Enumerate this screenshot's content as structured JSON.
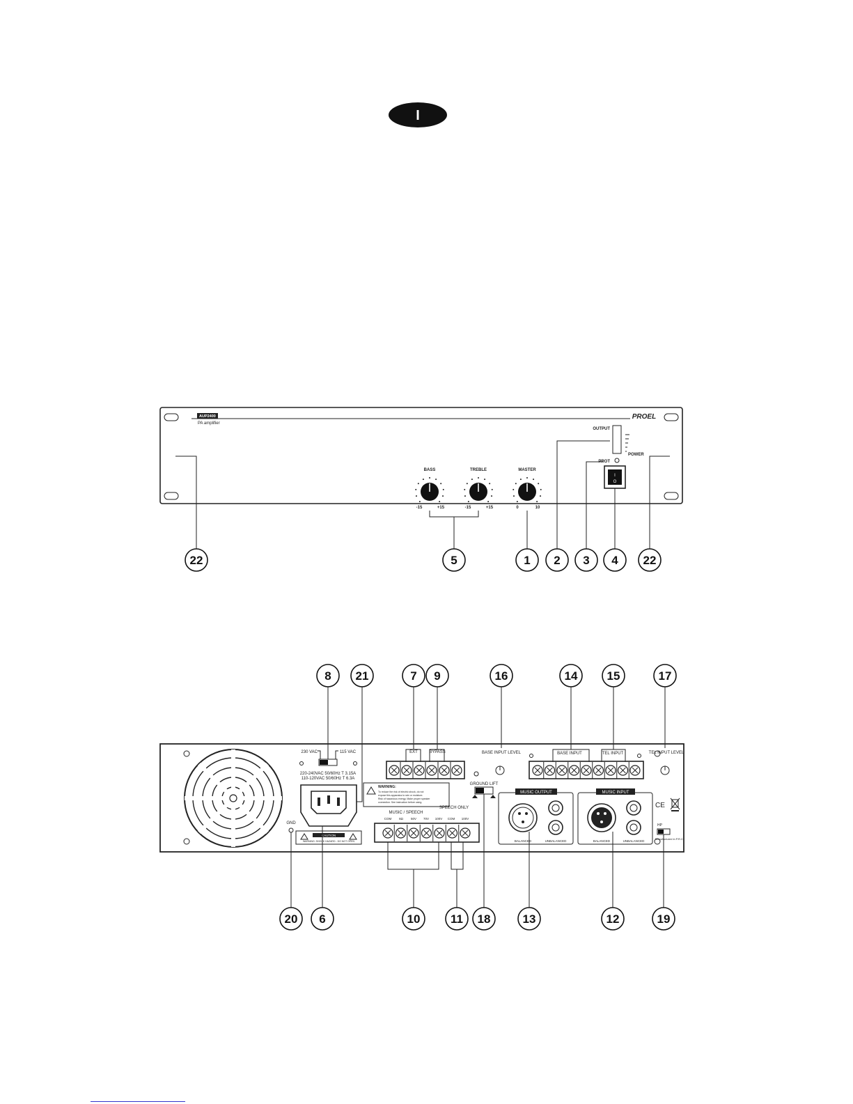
{
  "language_badge": "I",
  "front_panel": {
    "model": "AUP2400",
    "subtitle": "PA amplifier",
    "brand": "PROEL",
    "knobs": [
      {
        "name": "bass",
        "label": "BASS",
        "min": "-15",
        "max": "+15"
      },
      {
        "name": "treble",
        "label": "TREBLE",
        "min": "-15",
        "max": "+15"
      },
      {
        "name": "master",
        "label": "MASTER",
        "min": "0",
        "max": "10"
      }
    ],
    "output_label": "OUTPUT",
    "power_label": "POWER",
    "prot_label": "PROT",
    "switch_on": "I",
    "switch_off": "O",
    "callouts": [
      "22",
      "5",
      "1",
      "2",
      "3",
      "4",
      "22"
    ]
  },
  "rear_panel": {
    "voltage_left": "230 VAC",
    "voltage_right": "115 VAC",
    "fuse_line1": "220-240VAC  50/60Hz  T 3.15A",
    "fuse_line2": "110-120VAC  50/60Hz  T 6.3A",
    "gnd": "GND",
    "caution_title": "CAUTION",
    "caution_text": "WARNING: SHOCK HAZARD - DO NOT OPEN",
    "ext_label": "EXT",
    "bypass_label": "BYPASS",
    "warning_title": "WARNING:",
    "warning_lines": [
      "To reduce the risk of electric shock, do not",
      "expose this apparatus to rain or moisture.",
      "Risk of hazardous energy. Make proper speaker",
      "connection. See instruction before using."
    ],
    "music_speech_label": "MUSIC / SPEECH",
    "speech_only_label": "SPEECH ONLY",
    "speaker_terms": [
      "COM",
      "8Ω",
      "50V",
      "70V",
      "100V"
    ],
    "speech_terms": [
      "COM",
      "100V"
    ],
    "ground_lift": "GROUND LIFT",
    "base_input_level": "BASE INPUT LEVEL",
    "base_input": "BASE INPUT",
    "tel_input": "TEL INPUT",
    "tel_input_level": "TEL INPUT LEVEL",
    "music_output": "MUSIC OUTPUT",
    "music_input": "MUSIC INPUT",
    "balanced": "BALANCED",
    "unbalanced": "UNBALANCED",
    "hp_label": "HP",
    "made_in": "Manufactured in P.R.C.",
    "ce_mark": "CE",
    "callouts_top": [
      "8",
      "21",
      "7",
      "9",
      "16",
      "14",
      "15",
      "17"
    ],
    "callouts_bottom": [
      "20",
      "6",
      "10",
      "11",
      "18",
      "13",
      "12",
      "19"
    ]
  }
}
